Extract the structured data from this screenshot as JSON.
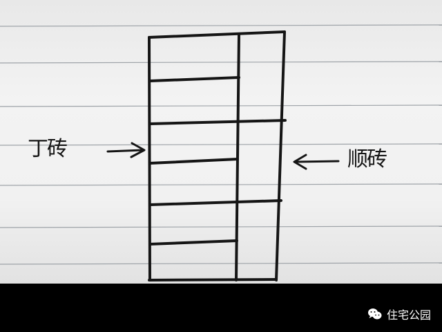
{
  "annotations": {
    "left_label": "丁砖",
    "right_label": "顺砖"
  },
  "watermark": {
    "icon": "wechat-icon",
    "text": "住宅公园"
  },
  "colors": {
    "paper": "#f0f0f0",
    "ruled_line": "#9ea3a8",
    "ink": "#151515",
    "footer": "#000000",
    "watermark_text": "#ffffff"
  }
}
